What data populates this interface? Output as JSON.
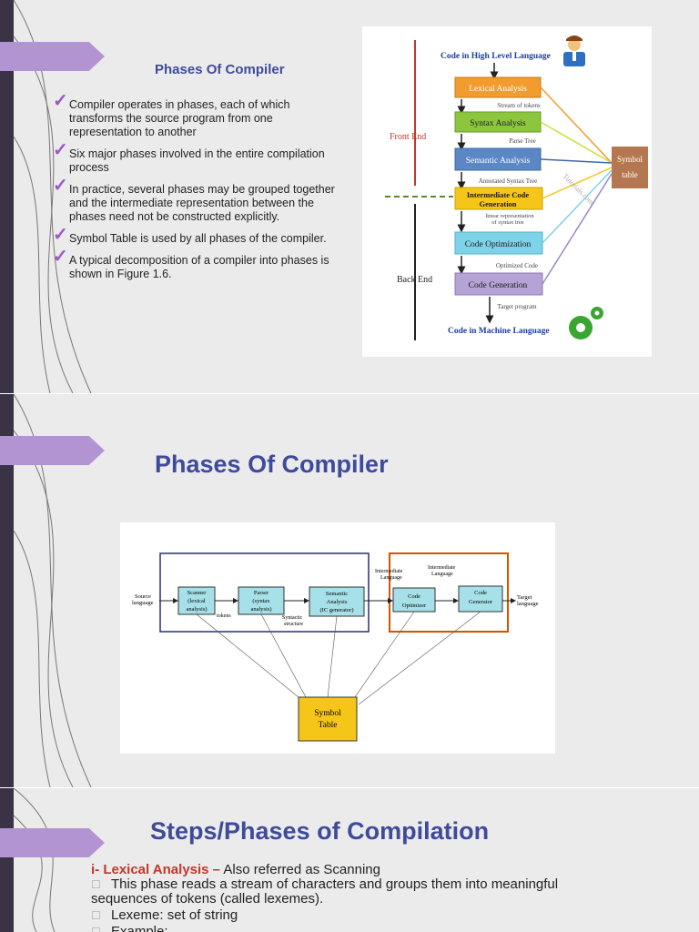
{
  "slide1": {
    "title": "Phases Of Compiler",
    "bullets": [
      "Compiler operates in phases, each of which transforms the source program from one representation to another",
      "Six major phases involved in the entire compilation process",
      "In practice, several phases may be grouped together and the intermediate representation between the phases need not be constructed explicitly.",
      "Symbol Table is used by all phases of the compiler.",
      "A typical decomposition of a compiler into phases is shown in Figure 1.6."
    ],
    "figure": {
      "top_label": "Code in High Level Language",
      "bottom_label": "Code in Machine Language",
      "front_end": "Front End",
      "back_end": "Back End",
      "symbol_table": [
        "Symbol",
        "table"
      ],
      "watermark": "Tutorials.com",
      "phases": [
        "Lexical Analysis",
        "Syntax Analysis",
        "Semantic Analysis",
        "Intermediate Code",
        "Generation",
        "Code Optimization",
        "Code Generation"
      ],
      "edges": [
        "Stream of tokens",
        "Parse Tree",
        "Annotated Syntax Tree",
        "linear representation",
        "of syntax tree",
        "Optimized Code",
        "Target program"
      ]
    }
  },
  "slide2": {
    "title": "Phases Of Compiler",
    "figure": {
      "source_language": [
        "Source",
        "language"
      ],
      "target_language": [
        "Target",
        "language"
      ],
      "scanner": [
        "Scanner",
        "(lexical",
        "analysis)"
      ],
      "parser": [
        "Parser",
        "(syntax",
        "analysis)"
      ],
      "semantic": [
        "Semantic",
        "Analysis",
        "(IC generator)"
      ],
      "optimizer": [
        "Code",
        "Optimizer"
      ],
      "generator": [
        "Code",
        "Generator"
      ],
      "tokens": "tokens",
      "syntactic_structure": [
        "Syntactic",
        "structure"
      ],
      "intermediate_language_1": [
        "Intermediate",
        "Language"
      ],
      "intermediate_language_2": [
        "Intermediate",
        "Language"
      ],
      "symbol_table": [
        "Symbol",
        "Table"
      ]
    }
  },
  "slide3": {
    "title": "Steps/Phases of Compilation",
    "heading_red": "i- Lexical Analysis –",
    "heading_rest": " Also referred as Scanning",
    "line1": "This phase reads a stream of characters and groups them into meaningful sequences of tokens (called lexemes).",
    "line2": "Lexeme: set of string",
    "line3": "Example:"
  },
  "colors": {
    "accent_purple": "#b394d2",
    "title_blue": "#3f4a9b",
    "dark_strip": "#3a3345",
    "lexical": "#f39c2e",
    "syntax": "#8cc63f",
    "semantic": "#5b87c5",
    "intermediate": "#f5c518",
    "optimization": "#7fd3e8",
    "codegen": "#b6a3d6",
    "symbol": "#b5774f"
  }
}
